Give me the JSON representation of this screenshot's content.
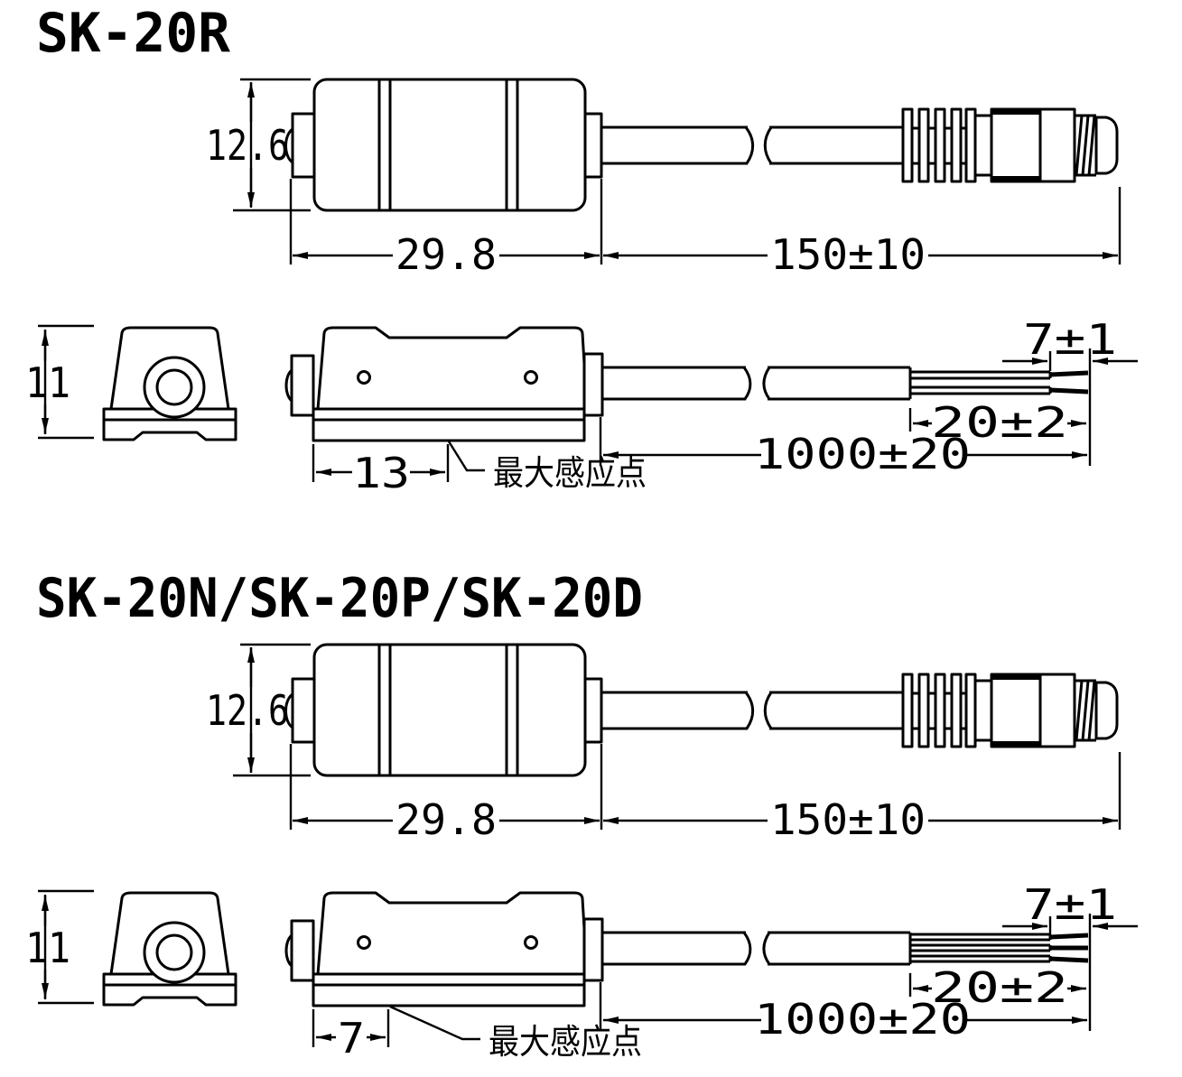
{
  "page": {
    "background": "#ffffff",
    "line_color": "#000000"
  },
  "diagrams": [
    {
      "title": "SK-20R",
      "top_view": {
        "height_dim": "12.6",
        "body_length_dim": "29.8",
        "connector_cable_dim": "150±10"
      },
      "bottom_view": {
        "height_dim": "11",
        "sensing_width_dim": "13",
        "sensing_point_label": "最大感应点",
        "wire_count": 2,
        "strip_length_dim": "7±1",
        "bare_wire_dim": "20±2",
        "cable_length_dim": "1000±20"
      }
    },
    {
      "title": "SK-20N/SK-20P/SK-20D",
      "top_view": {
        "height_dim": "12.6",
        "body_length_dim": "29.8",
        "connector_cable_dim": "150±10"
      },
      "bottom_view": {
        "height_dim": "11",
        "sensing_width_dim": "7",
        "sensing_point_label": "最大感应点",
        "wire_count": 3,
        "strip_length_dim": "7±1",
        "bare_wire_dim": "20±2",
        "cable_length_dim": "1000±20"
      }
    }
  ]
}
